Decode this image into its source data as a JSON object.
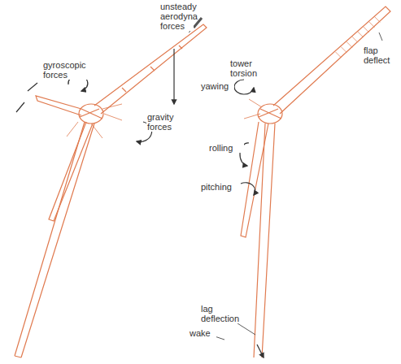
{
  "diagram": {
    "labels": [
      "gyroscopic forces",
      "unsteady aerodyna forces",
      "gravity forces",
      "tower torsion",
      "yawing",
      "flap deflect",
      "rolling",
      "pitching",
      "lag deflection",
      "wake"
    ]
  }
}
